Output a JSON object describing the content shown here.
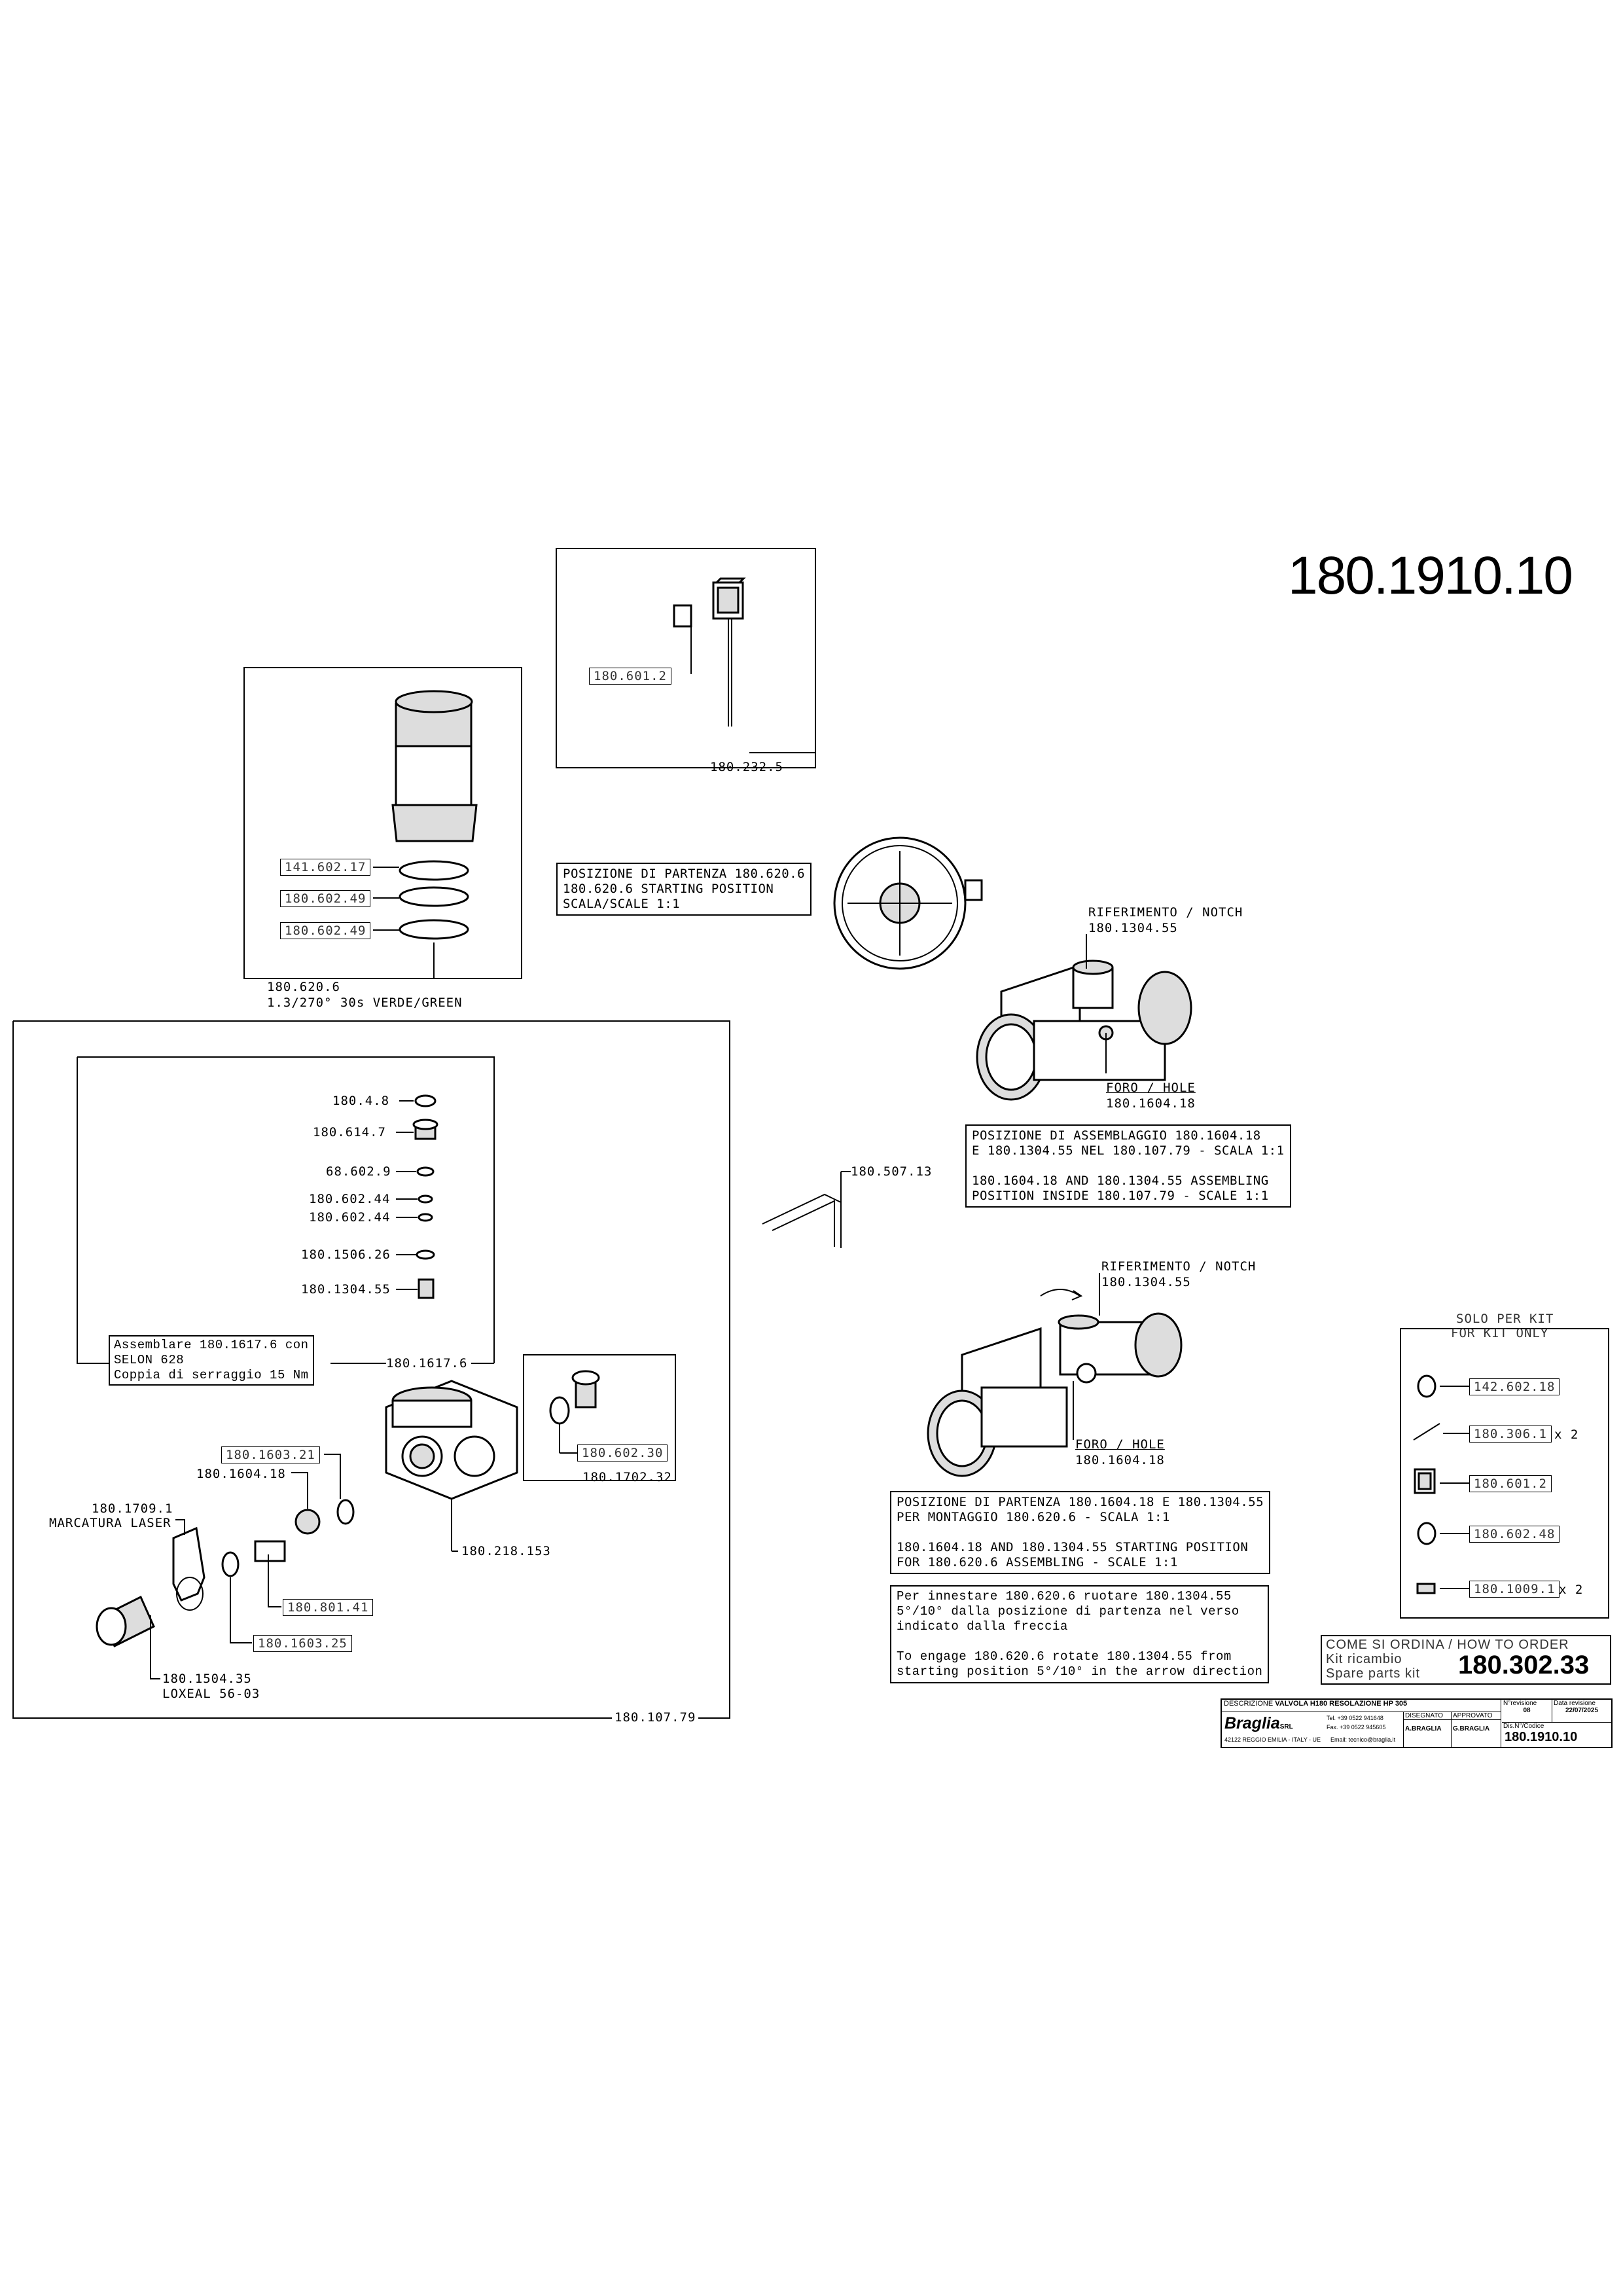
{
  "doc_number": "180.1910.10",
  "kit_box": {
    "line1": "COME SI ORDINA / HOW TO ORDER",
    "line2": "Kit ricambio",
    "line3": "Spare parts kit",
    "code": "180.302.33"
  },
  "solo_kit": {
    "title1": "SOLO PER KIT",
    "title2": "FOR KIT ONLY",
    "items": [
      {
        "code": "142.602.18",
        "qty": ""
      },
      {
        "code": "180.306.1",
        "qty": "x 2"
      },
      {
        "code": "180.601.2",
        "qty": ""
      },
      {
        "code": "180.602.48",
        "qty": ""
      },
      {
        "code": "180.1009.1",
        "qty": "x 2"
      }
    ]
  },
  "cable_box": {
    "part": "180.601.2",
    "ref": "180.232.5"
  },
  "actuator_box": {
    "parts": [
      "141.602.17",
      "180.602.49",
      "180.602.49"
    ],
    "ref_line1": "180.620.6",
    "ref_line2": "1.3/270° 30s VERDE/GREEN"
  },
  "start_position_note": [
    "POSIZIONE DI PARTENZA 180.620.6",
    "180.620.6 STARTING POSITION",
    "SCALA/SCALE 1:1"
  ],
  "notch_top": {
    "line1": "RIFERIMENTO / NOTCH",
    "line2": "180.1304.55"
  },
  "hole_top": {
    "line1": "FORO / HOLE",
    "line2": "180.1604.18"
  },
  "assembly_note": [
    "POSIZIONE DI ASSEMBLAGGIO 180.1604.18",
    "E 180.1304.55 NEL 180.107.79 - SCALA 1:1",
    "",
    "180.1604.18 AND 180.1304.55 ASSEMBLING",
    "POSITION INSIDE 180.107.79 - SCALE 1:1"
  ],
  "clip_label": "180.507.13",
  "notch_bottom": {
    "line1": "RIFERIMENTO / NOTCH",
    "line2": "180.1304.55"
  },
  "hole_bottom": {
    "line1": "FORO / HOLE",
    "line2": "180.1604.18"
  },
  "start_note_2": [
    "POSIZIONE DI PARTENZA 180.1604.18 E 180.1304.55",
    "PER MONTAGGIO 180.620.6 - SCALA 1:1",
    "",
    "180.1604.18 AND 180.1304.55 STARTING POSITION",
    "FOR 180.620.6 ASSEMBLING - SCALE 1:1"
  ],
  "engage_note": [
    "Per innestare 180.620.6 ruotare 180.1304.55",
    "5°/10° dalla posizione di partenza nel verso",
    "indicato dalla freccia",
    "",
    "To engage 180.620.6 rotate 180.1304.55 from",
    "starting position 5°/10° in the arrow direction"
  ],
  "inner_parts": [
    "180.4.8",
    "180.614.7",
    "68.602.9",
    "180.602.44",
    "180.602.44",
    "180.1506.26",
    "180.1304.55"
  ],
  "assemble_note": [
    "Assemblare 180.1617.6 con",
    "SELON 628",
    "Coppia di serraggio 15 Nm"
  ],
  "assemble_ref": "180.1617.6",
  "union_box": {
    "part": "180.602.30",
    "ref": "180.1702.32"
  },
  "body_parts": {
    "p1603_21": "180.1603.21",
    "p1604_18": "180.1604.18",
    "p1709_l1": "180.1709.1",
    "p1709_l2": "MARCATURA LASER",
    "p218": "180.218.153",
    "p801": "180.801.41",
    "p1603_25": "180.1603.25",
    "p1504_l1": "180.1504.35",
    "p1504_l2": "LOXEAL 56-03",
    "outer_ref": "180.107.79"
  },
  "title_block": {
    "desc_label": "DESCRIZIONE",
    "desc": "VALVOLA H180 RESOLAZIONE HP 305",
    "rev_label": "N°revisione",
    "rev": "08",
    "date_label": "Data revisione",
    "date": "22/07/2025",
    "company": "Braglia",
    "company_suffix": "SRL",
    "tel": "Tel. +39 0522 941648",
    "fax": "Fax. +39 0522 945605",
    "address": "42122 REGGIO EMILIA - ITALY - UE",
    "email": "Email: tecnico@braglia.it",
    "drawn_label": "DISEGNATO",
    "drawn": "A.BRAGLIA",
    "approved_label": "APPROVATO",
    "approved": "G.BRAGLIA",
    "code_label": "Dis.N°/Codice",
    "code": "180.1910.10"
  },
  "colors": {
    "ink": "#000000",
    "paper": "#ffffff"
  }
}
